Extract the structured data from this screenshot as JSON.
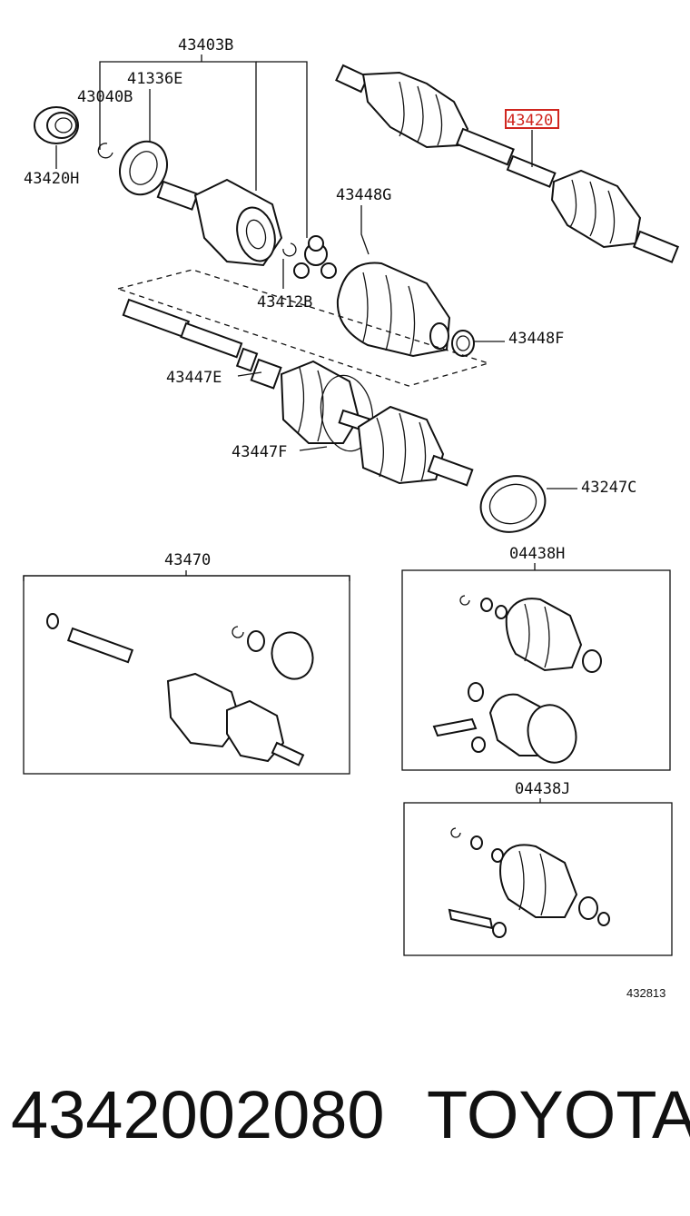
{
  "labels": {
    "p43403B": "43403B",
    "p41336E": "41336E",
    "p43040B": "43040B",
    "p43420H": "43420H",
    "p43420": "43420",
    "p43448G": "43448G",
    "p43412B": "43412B",
    "p43448F": "43448F",
    "p43447E": "43447E",
    "p43447F": "43447F",
    "p43247C": "43247C",
    "p43470": "43470",
    "p04438H": "04438H",
    "p04438J": "04438J",
    "figure_code": "432813"
  },
  "highlight_color": "#d0261f",
  "footer": {
    "part_number": "4342002080",
    "brand": "TOYOTA"
  }
}
